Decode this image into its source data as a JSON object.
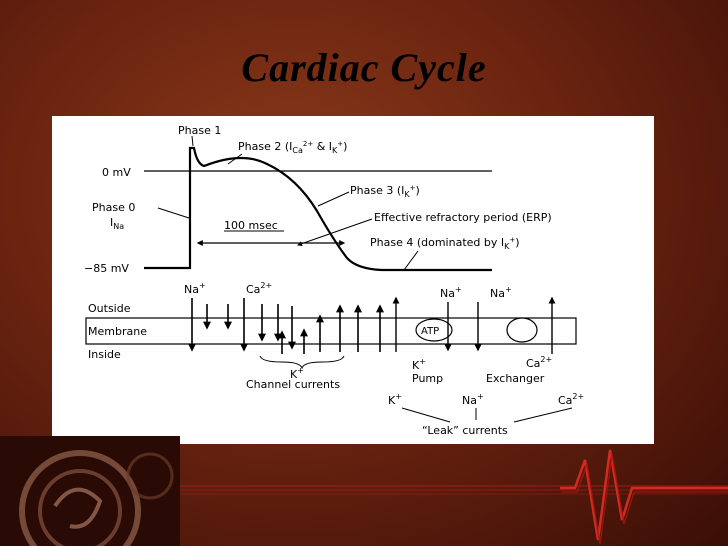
{
  "slide": {
    "title": "Cardiac Cycle"
  },
  "diagram": {
    "phase1": "Phase 1",
    "phase2": {
      "prefix": "Phase 2 (I",
      "ca_sub": "Ca",
      "ca_sup": "2+",
      "mid": " & I",
      "k_sub": "K",
      "k_sup": "+",
      "suffix": ")"
    },
    "phase3": {
      "prefix": "Phase 3 (I",
      "k_sub": "K",
      "k_sup": "+",
      "suffix": ")"
    },
    "phase4": {
      "prefix": "Phase 4 (dominated by  I",
      "k_sub": "K",
      "k_sup": "+",
      "suffix": ")"
    },
    "phase0": {
      "line1": "Phase 0",
      "i": "I",
      "na_sub": "Na"
    },
    "zero_mv": "0 mV",
    "neg85_mv": "−85 mV",
    "duration": "100 msec",
    "erp": "Effective refractory period (ERP)",
    "outside": "Outside",
    "membrane": "Membrane",
    "inside": "Inside",
    "na_top": "Na",
    "na_top_sup": "+",
    "ca_top": "Ca",
    "ca_top_sup": "2+",
    "k_channel": "K",
    "k_channel_sup": "+",
    "channel_currents": "Channel currents",
    "atp": "ATP",
    "pump_na": "Na",
    "pump_na_sup": "+",
    "exch_na": "Na",
    "exch_na_sup": "+",
    "pump_k": "K",
    "pump_k_sup": "+",
    "pump": "Pump",
    "exch_ca": "Ca",
    "exch_ca_sup": "2+",
    "exchanger": "Exchanger",
    "leak_k": "K",
    "leak_k_sup": "+",
    "leak_na": "Na",
    "leak_na_sup": "+",
    "leak_ca": "Ca",
    "leak_ca_sup": "2+",
    "leak_currents": "“Leak” currents"
  }
}
